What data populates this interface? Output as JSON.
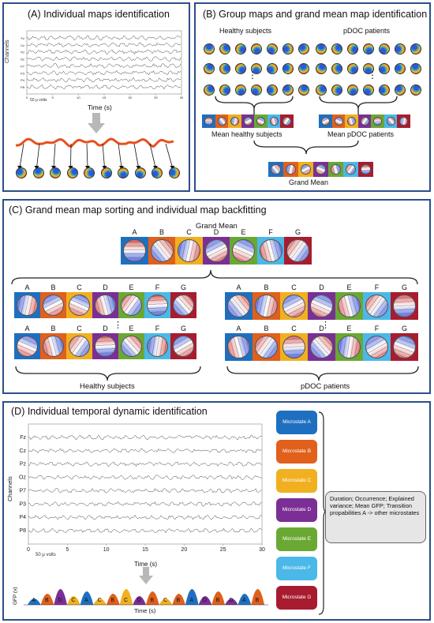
{
  "panelA": {
    "title": "(A) Individual maps identification",
    "ylabel": "Channels",
    "xlabel": "Time (s)",
    "scale": "50 μ volts",
    "channels": [
      "Fz",
      "Cz",
      "Pz",
      "Oz",
      "P7",
      "P3",
      "P4",
      "P8"
    ],
    "ticks": [
      "0",
      "5",
      "10",
      "15",
      "20",
      "25",
      "30"
    ]
  },
  "panelB": {
    "title": "(B) Group maps and grand mean map identification",
    "healthy_label": "Healthy subjects",
    "pdoc_label": "pDOC patients",
    "mean_healthy": "Mean healthy subjects",
    "mean_pdoc": "Mean pDOC patients",
    "grand_mean": "Grand Mean",
    "ellipsis": "⋮"
  },
  "panelC": {
    "title": "(C) Grand mean map sorting and individual map backfitting",
    "grand_mean": "Grand Mean",
    "letters": [
      "A",
      "B",
      "C",
      "D",
      "E",
      "F",
      "G"
    ],
    "healthy_label": "Healthy subjects",
    "pdoc_label": "pDOC patients",
    "ellipsis": "⋮"
  },
  "panelD": {
    "title": "(D) Individual temporal dynamic identification",
    "ylabel": "Channels",
    "xlabel": "Time (s)",
    "scale": "50 μ volts",
    "channels": [
      "Fz",
      "Cz",
      "Pz",
      "Oz",
      "P7",
      "P3",
      "P4",
      "P8"
    ],
    "ticks": [
      "0",
      "5",
      "10",
      "15",
      "20",
      "25",
      "30"
    ],
    "gfp_ylabel": "GFP (v)",
    "gfp_xlabel": "Time (s)",
    "gfp_letters": [
      "A",
      "B",
      "D",
      "C",
      "A",
      "C",
      "B",
      "C",
      "D",
      "B",
      "C",
      "B",
      "A",
      "D",
      "B",
      "D",
      "A",
      "B"
    ],
    "microstates": [
      {
        "label": "Microstate A",
        "color": "#1f6fc0"
      },
      {
        "label": "Microstate B",
        "color": "#e0601c"
      },
      {
        "label": "Microstate C",
        "color": "#f0b020"
      },
      {
        "label": "Microstate D",
        "color": "#7b2f96"
      },
      {
        "label": "Microstate E",
        "color": "#6aa834"
      },
      {
        "label": "Microstate F",
        "color": "#4bb8e8"
      },
      {
        "label": "Microstate G",
        "color": "#a81c30"
      }
    ],
    "summary": "Duration; Occurrence; Explained variance; Mean GFP; Transition propabilities A -> other microstates"
  },
  "colors": {
    "border": "#2b4f8a",
    "A": "#1f6fc0",
    "B": "#e0601c",
    "C": "#f0b020",
    "D": "#7b2f96",
    "E": "#6aa834",
    "F": "#4bb8e8",
    "G": "#a81c30",
    "wave": "#e8501e",
    "arrow": "#b8b8b8"
  }
}
